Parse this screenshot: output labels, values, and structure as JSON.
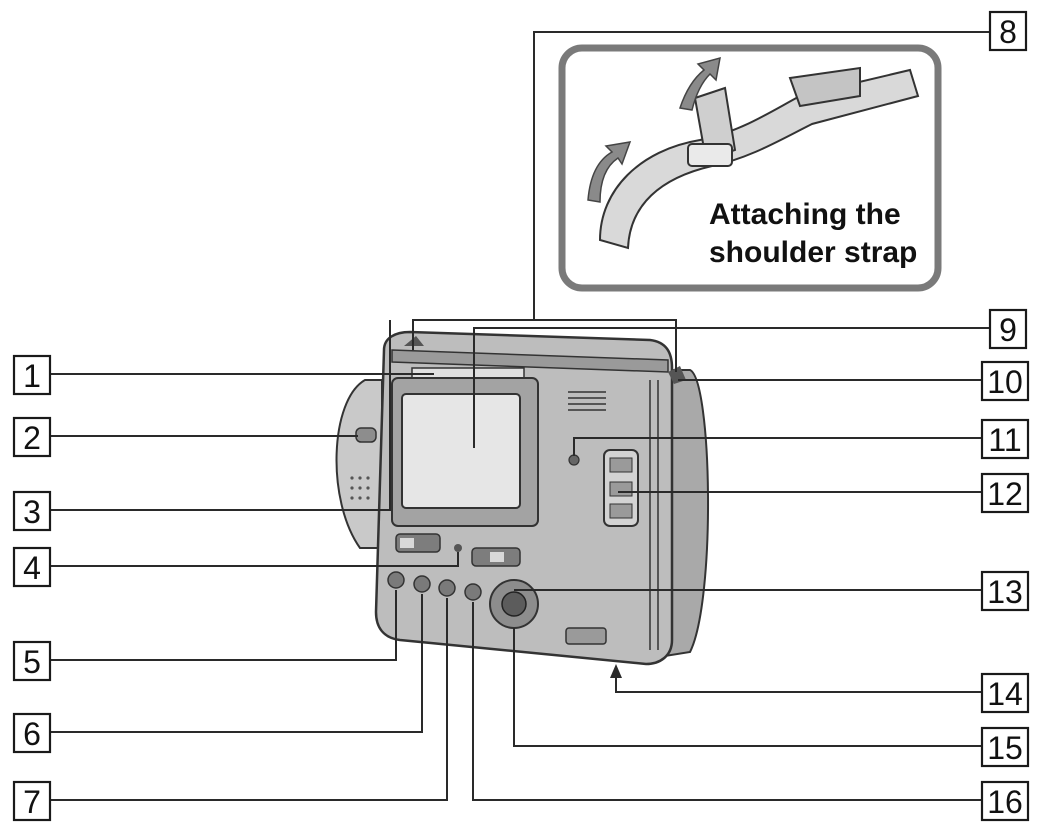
{
  "inset": {
    "caption_line1": "Attaching the",
    "caption_line2": "shoulder strap"
  },
  "callouts": [
    "1",
    "2",
    "3",
    "4",
    "5",
    "6",
    "7",
    "8",
    "9",
    "10",
    "11",
    "12",
    "13",
    "14",
    "15",
    "16"
  ],
  "colors": {
    "ink": "#1a1a1a",
    "camera_body": "#bdbdbd",
    "camera_shadow": "#8c8c8c",
    "inset_frame": "#7a7a7a",
    "lcd": "#e6e6e6"
  }
}
